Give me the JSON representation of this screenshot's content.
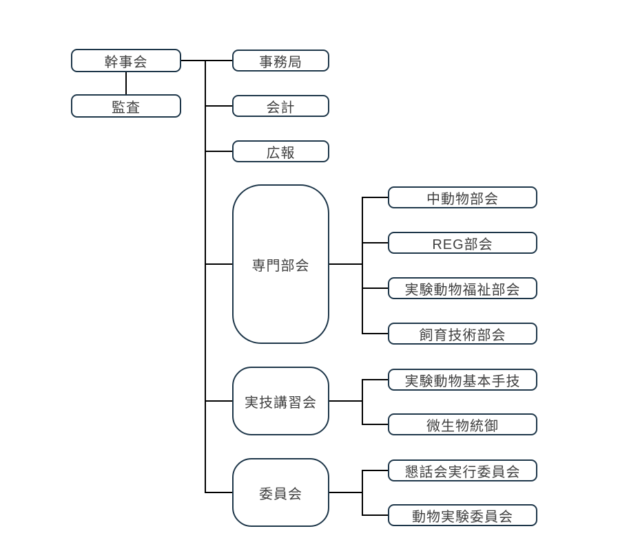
{
  "diagram": {
    "type": "org-chart",
    "colors": {
      "border": "#1d3649",
      "connector": "#000000",
      "text": "#3f3f3f",
      "background": "#ffffff"
    },
    "nodes": {
      "executive_board": "幹事会",
      "audit": "監査",
      "secretariat": "事務局",
      "accounting": "会計",
      "public_relations": "広報",
      "specialized_subcommittees": "専門部会",
      "mid_animal_subcommittee": "中動物部会",
      "reg_subcommittee": "REG部会",
      "lab_animal_welfare_subcommittee": "実験動物福祉部会",
      "husbandry_technique_subcommittee": "飼育技術部会",
      "practical_training_course": "実技講習会",
      "lab_animal_basic_techniques": "実験動物基本手技",
      "microbial_control": "微生物統御",
      "committees": "委員会",
      "social_meeting_executive_committee": "懇話会実行委員会",
      "animal_experiment_committee": "動物実験委員会"
    }
  }
}
